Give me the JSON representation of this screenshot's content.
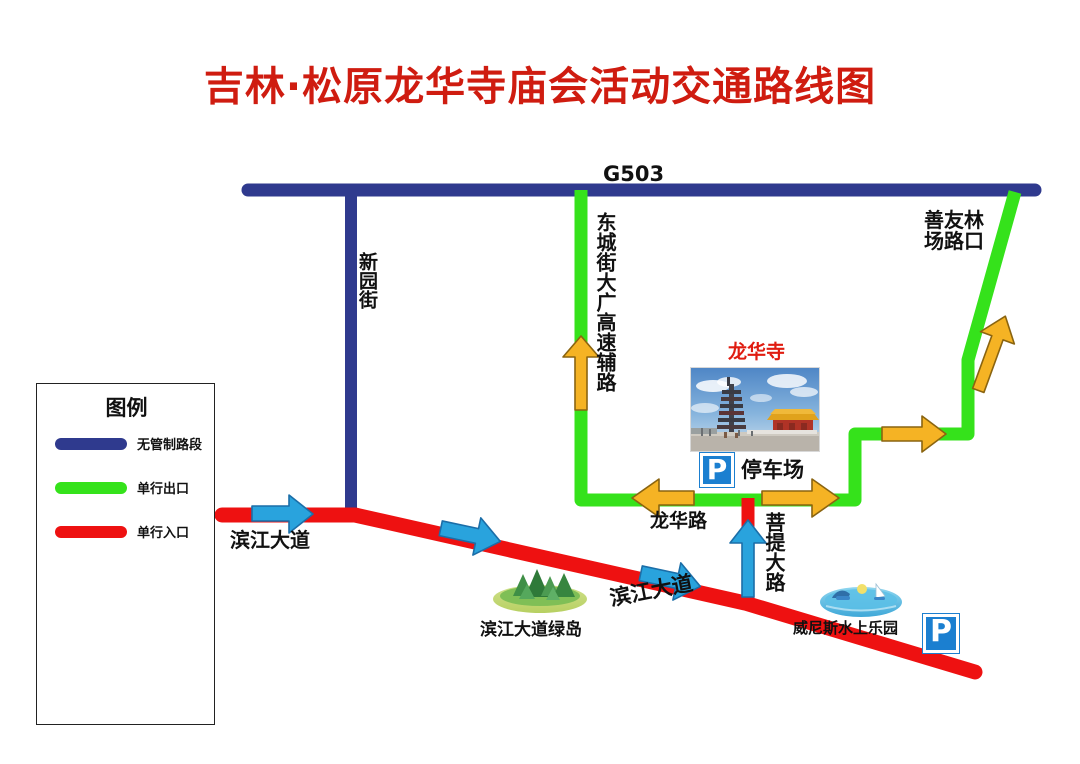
{
  "title": "吉林·松原龙华寺庙会活动交通路线图",
  "colors": {
    "blue_road": "#2f3a8e",
    "green_road": "#35e21b",
    "red_road": "#ee1111",
    "orange_arrow": "#f5b324",
    "orange_arrow_stroke": "#8a6410",
    "blue_arrow": "#29a3dd",
    "blue_arrow_stroke": "#1b6ea8",
    "title_red": "#cf1c10",
    "sign_blue": "#1b7fd0",
    "label_black": "#111111"
  },
  "legend": {
    "title": "图例",
    "items": [
      {
        "label": "无管制路段",
        "color": "#2f3a8e",
        "name": "legend-unrestricted"
      },
      {
        "label": "单行出口",
        "color": "#35e21b",
        "name": "legend-oneway-exit"
      },
      {
        "label": "单行入口",
        "color": "#ee1111",
        "name": "legend-oneway-entrance"
      }
    ]
  },
  "roads": {
    "g503": "G503",
    "xinyuan_jie": "新园街",
    "dongcheng_jie": "东城街大广高速辅路",
    "shanyoulin": "善友林\n场路口",
    "longhua_lu": "龙华路",
    "puti_dalu": "菩提大路",
    "binjiang_dadao_west": "滨江大道",
    "binjiang_dadao_mid": "滨江大道"
  },
  "pois": {
    "temple_label": "龙华寺",
    "parking_label": "停车场",
    "parking_sign": "P",
    "green_island": "滨江大道绿岛",
    "water_park": "威尼斯水上乐园",
    "parking_sign_2": "P"
  }
}
